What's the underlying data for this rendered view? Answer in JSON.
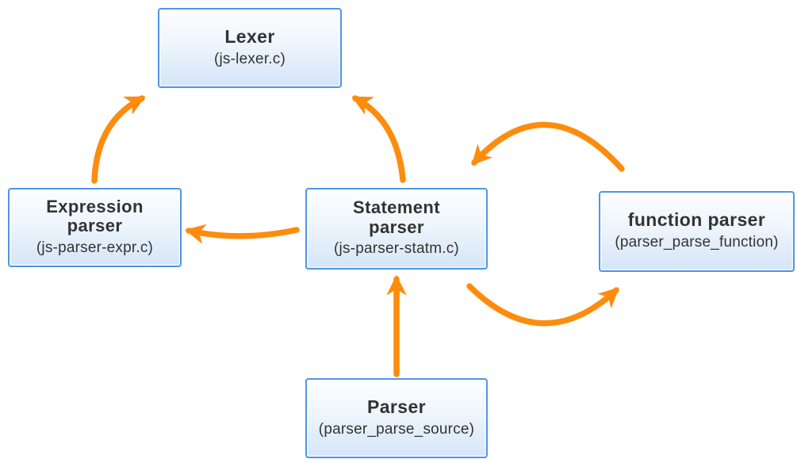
{
  "diagram": {
    "colors": {
      "bg": "#ffffff",
      "arrow": "#fd8c0d",
      "box_border": "#4f96e3",
      "box_fill_top": "#fdfeff",
      "box_fill_mid": "#eef5fc",
      "box_fill_bottom": "#d5e5f8",
      "text": "#333333"
    },
    "nodes": [
      {
        "id": "lexer",
        "title": "Lexer",
        "subtitle": "(js-lexer.c)"
      },
      {
        "id": "expression-parser",
        "title": "Expression\nparser",
        "subtitle": "(js-parser-expr.c)"
      },
      {
        "id": "statement-parser",
        "title": "Statement\nparser",
        "subtitle": "(js-parser-statm.c)"
      },
      {
        "id": "function-parser",
        "title": "function parser",
        "subtitle": "(parser_parse_function)"
      },
      {
        "id": "parser",
        "title": "Parser",
        "subtitle": "(parser_parse_source)"
      }
    ],
    "edges": [
      {
        "from": "expression-parser",
        "to": "lexer"
      },
      {
        "from": "statement-parser",
        "to": "lexer"
      },
      {
        "from": "statement-parser",
        "to": "expression-parser"
      },
      {
        "from": "function-parser",
        "to": "statement-parser"
      },
      {
        "from": "statement-parser",
        "to": "function-parser"
      },
      {
        "from": "parser",
        "to": "statement-parser"
      }
    ]
  }
}
